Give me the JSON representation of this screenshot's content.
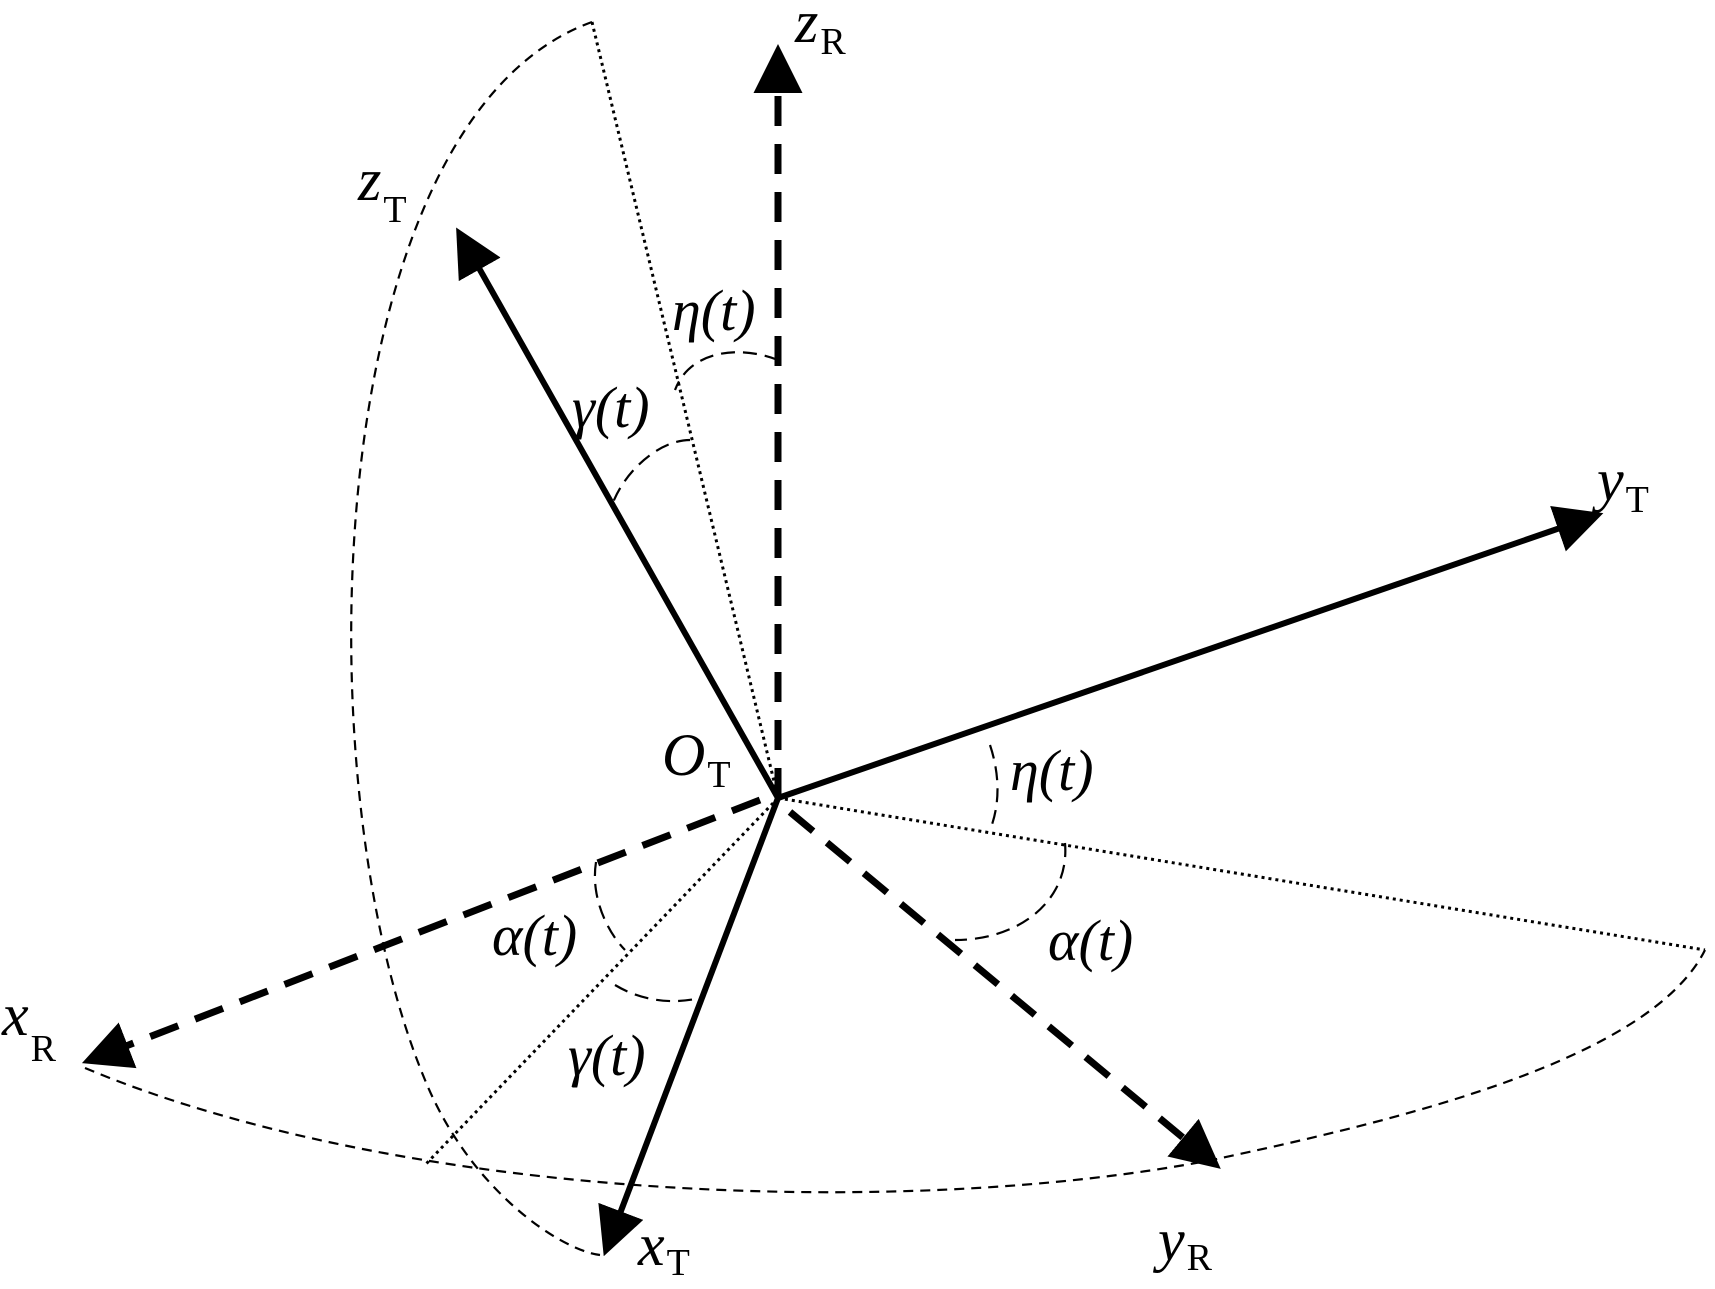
{
  "axes": {
    "z_R": {
      "base": "z",
      "sub": "R"
    },
    "z_T": {
      "base": "z",
      "sub": "T"
    },
    "y_T": {
      "base": "y",
      "sub": "T"
    },
    "x_R": {
      "base": "x",
      "sub": "R"
    },
    "x_T": {
      "base": "x",
      "sub": "T"
    },
    "y_R": {
      "base": "y",
      "sub": "R"
    },
    "origin": {
      "base": "O",
      "sub": "T"
    }
  },
  "angles": {
    "eta_top": "η(t)",
    "gamma_top": "γ(t)",
    "eta_right": "η(t)",
    "alpha_right": "α(t)",
    "alpha_left": "α(t)",
    "gamma_bottom": "γ(t)"
  }
}
